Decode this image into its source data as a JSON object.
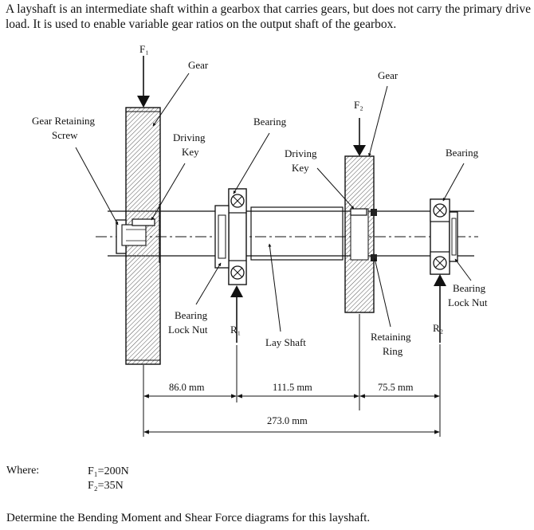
{
  "intro_text": "A layshaft is an intermediate shaft within a gearbox that carries gears, but does not carry the primary drive load. It is used to enable variable gear ratios on the output shaft of the gearbox.",
  "diagram": {
    "labels": {
      "f1": "F₁",
      "f2": "F₂",
      "r1": "R₁",
      "r2": "R₂",
      "gear_left": "Gear",
      "gear_right": "Gear",
      "gear_retaining_screw_1": "Gear Retaining",
      "gear_retaining_screw_2": "Screw",
      "driving_key_left_1": "Driving",
      "driving_key_left_2": "Key",
      "bearing_left": "Bearing",
      "driving_key_right_1": "Driving",
      "driving_key_right_2": "Key",
      "bearing_right": "Bearing",
      "bearing_lock_nut_left_1": "Bearing",
      "bearing_lock_nut_left_2": "Lock Nut",
      "lay_shaft": "Lay Shaft",
      "retaining_ring_1": "Retaining",
      "retaining_ring_2": "Ring",
      "bearing_lock_nut_right_1": "Bearing",
      "bearing_lock_nut_right_2": "Lock Nut"
    },
    "dimensions": {
      "d1": "86.0 mm",
      "d2": "111.5 mm",
      "d3": "75.5 mm",
      "total": "273.0 mm"
    }
  },
  "where_label": "Where:",
  "forces": {
    "f1": "F₁=200N",
    "f2": "F₂=35N"
  },
  "question": "Determine the Bending Moment and Shear Force diagrams for this layshaft."
}
